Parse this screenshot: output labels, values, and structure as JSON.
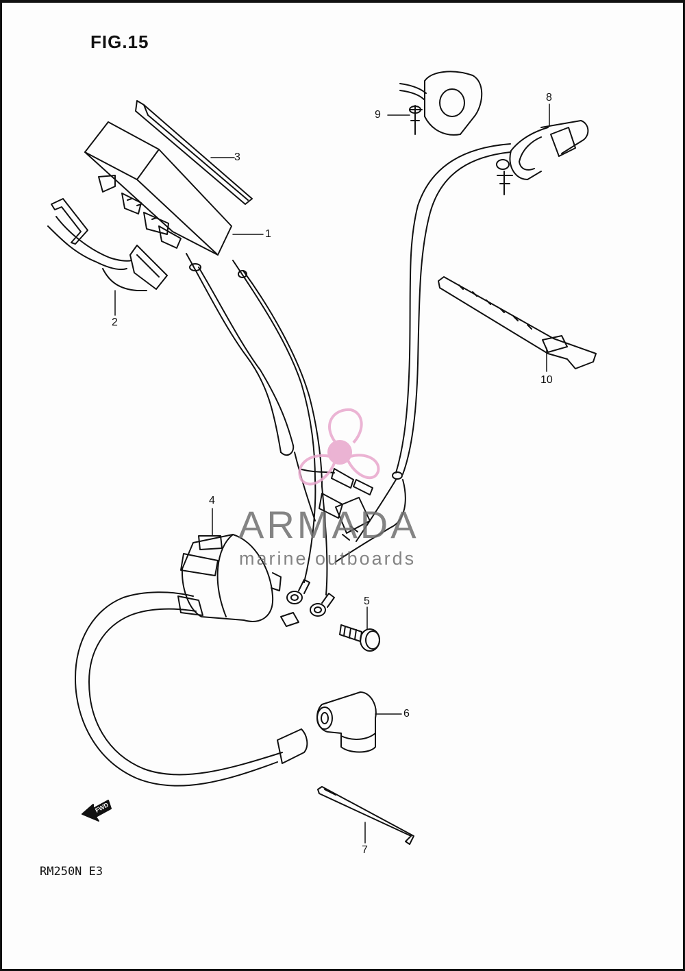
{
  "figure": {
    "title": "FIG.15",
    "model": "RM250N E3",
    "forward_label": "FWD"
  },
  "callouts": [
    {
      "id": "1",
      "label": "1"
    },
    {
      "id": "2",
      "label": "2"
    },
    {
      "id": "3",
      "label": "3"
    },
    {
      "id": "4",
      "label": "4"
    },
    {
      "id": "5",
      "label": "5"
    },
    {
      "id": "6",
      "label": "6"
    },
    {
      "id": "7",
      "label": "7"
    },
    {
      "id": "8",
      "label": "8"
    },
    {
      "id": "9",
      "label": "9"
    },
    {
      "id": "10",
      "label": "10"
    }
  ],
  "watermark": {
    "name": "ARMADA",
    "tagline": "marine outboards",
    "logo_color": "#e8a7cc",
    "text_color": "#6f6f6f"
  }
}
